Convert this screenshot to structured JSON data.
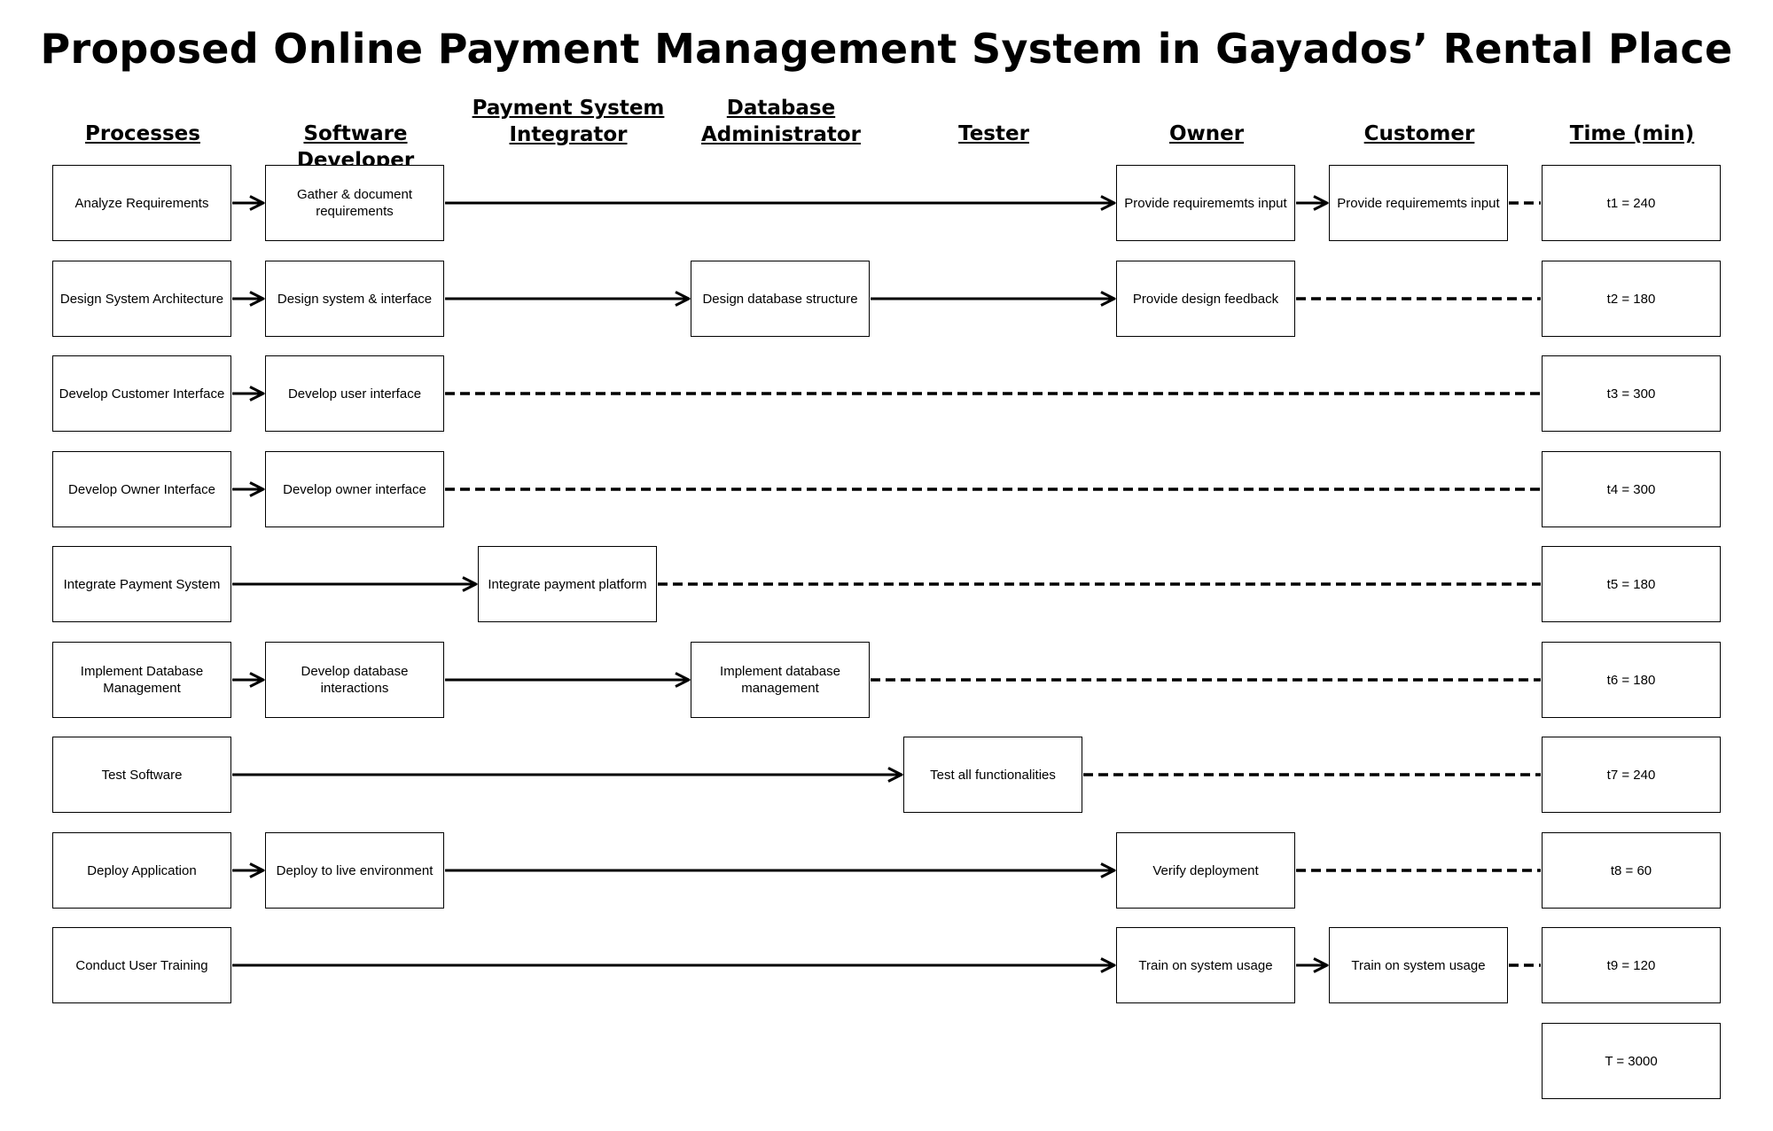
{
  "title": "Proposed Online Payment Management System in Gayados’ Rental Place",
  "columns": [
    {
      "label": "Processes"
    },
    {
      "label": "Software Developer"
    },
    {
      "label": "Payment System Integrator"
    },
    {
      "label": "Database Administrator"
    },
    {
      "label": "Tester"
    },
    {
      "label": "Owner"
    },
    {
      "label": "Customer"
    },
    {
      "label": "Time (min)"
    }
  ],
  "rows": [
    {
      "process": "Analyze Requirements",
      "time": "t1 = 240",
      "steps": [
        {
          "col": 1,
          "label": "Gather & document requirements"
        },
        {
          "col": 5,
          "label": "Provide requirememts input"
        },
        {
          "col": 6,
          "label": "Provide requirememts input"
        }
      ]
    },
    {
      "process": "Design System Architecture",
      "time": "t2 = 180",
      "steps": [
        {
          "col": 1,
          "label": "Design system & interface"
        },
        {
          "col": 3,
          "label": "Design database structure"
        },
        {
          "col": 5,
          "label": "Provide design feedback"
        }
      ]
    },
    {
      "process": "Develop Customer Interface",
      "time": "t3 = 300",
      "steps": [
        {
          "col": 1,
          "label": "Develop user interface"
        }
      ]
    },
    {
      "process": "Develop Owner Interface",
      "time": "t4 = 300",
      "steps": [
        {
          "col": 1,
          "label": "Develop owner interface"
        }
      ]
    },
    {
      "process": "Integrate Payment System",
      "time": "t5 = 180",
      "steps": [
        {
          "col": 2,
          "label": "Integrate payment platform"
        }
      ]
    },
    {
      "process": "Implement Database Management",
      "time": "t6 = 180",
      "steps": [
        {
          "col": 1,
          "label": "Develop database interactions"
        },
        {
          "col": 3,
          "label": "Implement database management"
        }
      ]
    },
    {
      "process": "Test Software",
      "time": "t7 = 240",
      "steps": [
        {
          "col": 4,
          "label": "Test all functionalities"
        }
      ]
    },
    {
      "process": "Deploy Application",
      "time": "t8 = 60",
      "steps": [
        {
          "col": 1,
          "label": "Deploy to live environment"
        },
        {
          "col": 5,
          "label": "Verify deployment"
        }
      ]
    },
    {
      "process": "Conduct User Training",
      "time": "t9 = 120",
      "steps": [
        {
          "col": 5,
          "label": "Train on system usage"
        },
        {
          "col": 6,
          "label": "Train on system usage"
        }
      ]
    }
  ],
  "total": "T = 3000"
}
